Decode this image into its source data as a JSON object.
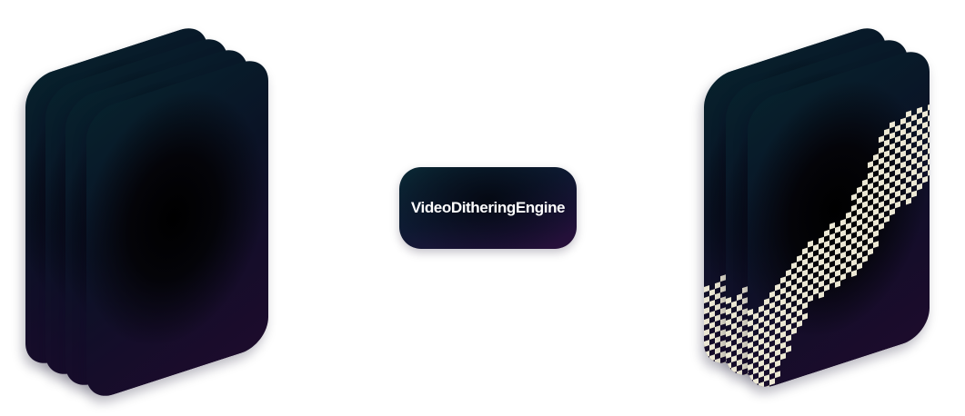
{
  "engine": {
    "label": "VideoDitheringEngine"
  },
  "input_stack": {
    "frames": 4
  },
  "output_stack": {
    "frames": 3,
    "dither_colors": [
      "#000000",
      "#ece8d4"
    ]
  },
  "colors": {
    "frame_gradient": [
      "#07212c",
      "#0a1326",
      "#150d2a",
      "#1d0c2c"
    ],
    "engine_gradient": [
      "#0a2a36",
      "#0e1a33",
      "#1c1238",
      "#2a0f3a"
    ]
  }
}
